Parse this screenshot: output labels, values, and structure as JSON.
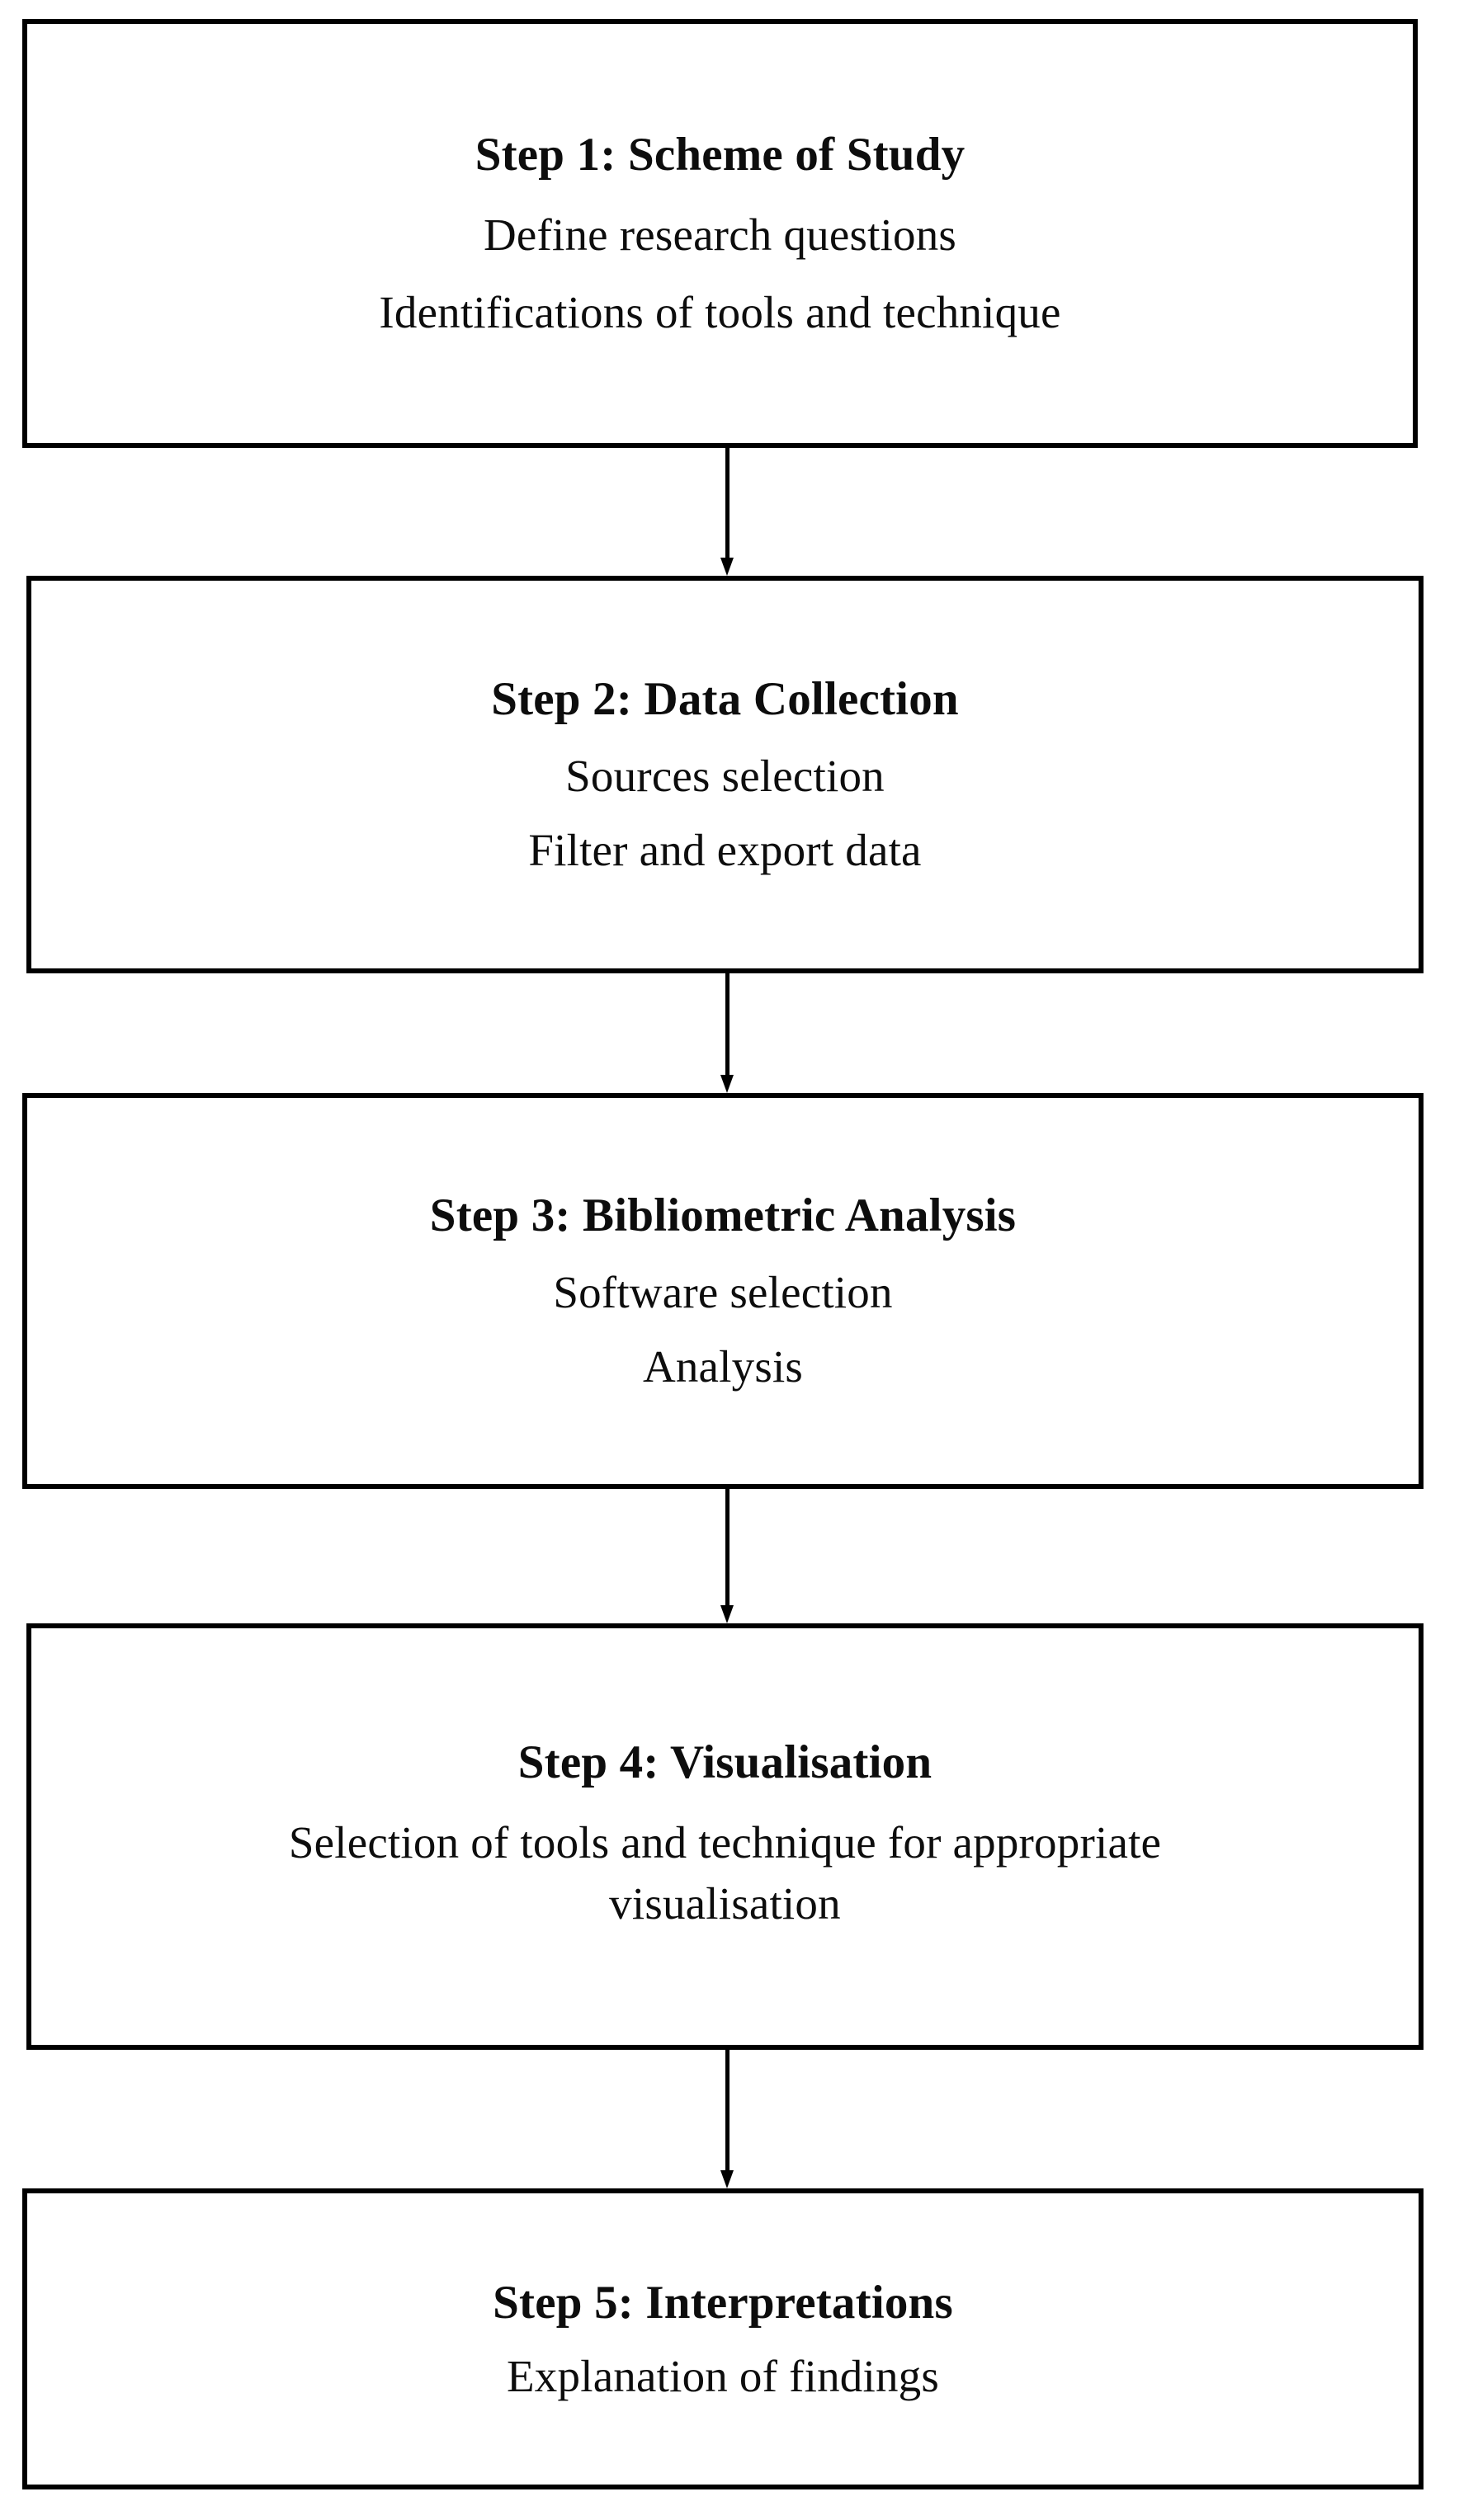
{
  "diagram": {
    "type": "flowchart",
    "orientation": "vertical-top-down",
    "title": "",
    "colors": {
      "box_border": "#000000",
      "box_fill": "#ffffff",
      "text": "#0d0d0d",
      "connector": "#000000",
      "background": "#ffffff"
    },
    "nodes": [
      {
        "id": "step-1",
        "title": "Step 1: Scheme of Study",
        "lines": [
          "Define research questions",
          "Identifications of tools and technique"
        ]
      },
      {
        "id": "step-2",
        "title": "Step 2: Data Collection",
        "lines": [
          "Sources selection",
          "Filter and export data"
        ]
      },
      {
        "id": "step-3",
        "title": "Step 3: Bibliometric Analysis",
        "lines": [
          "Software selection",
          "Analysis"
        ]
      },
      {
        "id": "step-4",
        "title": "Step 4: Visualisation",
        "lines": [
          "Selection of tools and technique for appropriate visualisation"
        ]
      },
      {
        "id": "step-5",
        "title": "Step 5: Interpretations",
        "lines": [
          "Explanation of findings"
        ]
      }
    ],
    "connectors": [
      {
        "id": "arrow-1",
        "from": "step-1",
        "to": "step-2",
        "style": "solid-down-arrow"
      },
      {
        "id": "arrow-2",
        "from": "step-2",
        "to": "step-3",
        "style": "solid-down-arrow"
      },
      {
        "id": "arrow-3",
        "from": "step-3",
        "to": "step-4",
        "style": "solid-down-arrow"
      },
      {
        "id": "arrow-4",
        "from": "step-4",
        "to": "step-5",
        "style": "solid-down-arrow"
      }
    ]
  }
}
